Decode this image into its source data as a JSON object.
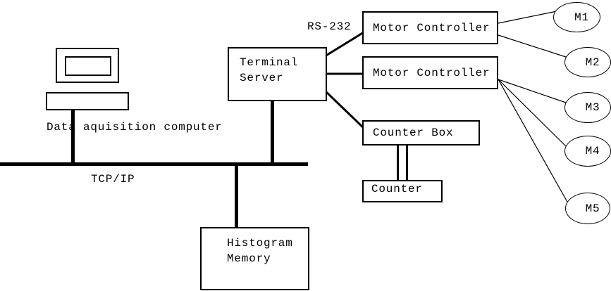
{
  "canvas": {
    "background_color": "#ffffff",
    "line_color": "#000000"
  },
  "labels": {
    "computer": "Data aquisition computer",
    "bus": "TCP/IP",
    "serial": "RS-232"
  },
  "nodes": {
    "terminal_server": {
      "line1": "Terminal",
      "line2": "Server"
    },
    "motor_controller_1": {
      "label": "Motor Controller"
    },
    "motor_controller_2": {
      "label": "Motor Controller"
    },
    "counter_box": {
      "label": "Counter Box"
    },
    "counter": {
      "label": "Counter"
    },
    "histogram_memory": {
      "line1": "Histogram",
      "line2": "Memory"
    },
    "motors": [
      {
        "label": "M1"
      },
      {
        "label": "M2"
      },
      {
        "label": "M3"
      },
      {
        "label": "M4"
      },
      {
        "label": "M5"
      }
    ]
  }
}
